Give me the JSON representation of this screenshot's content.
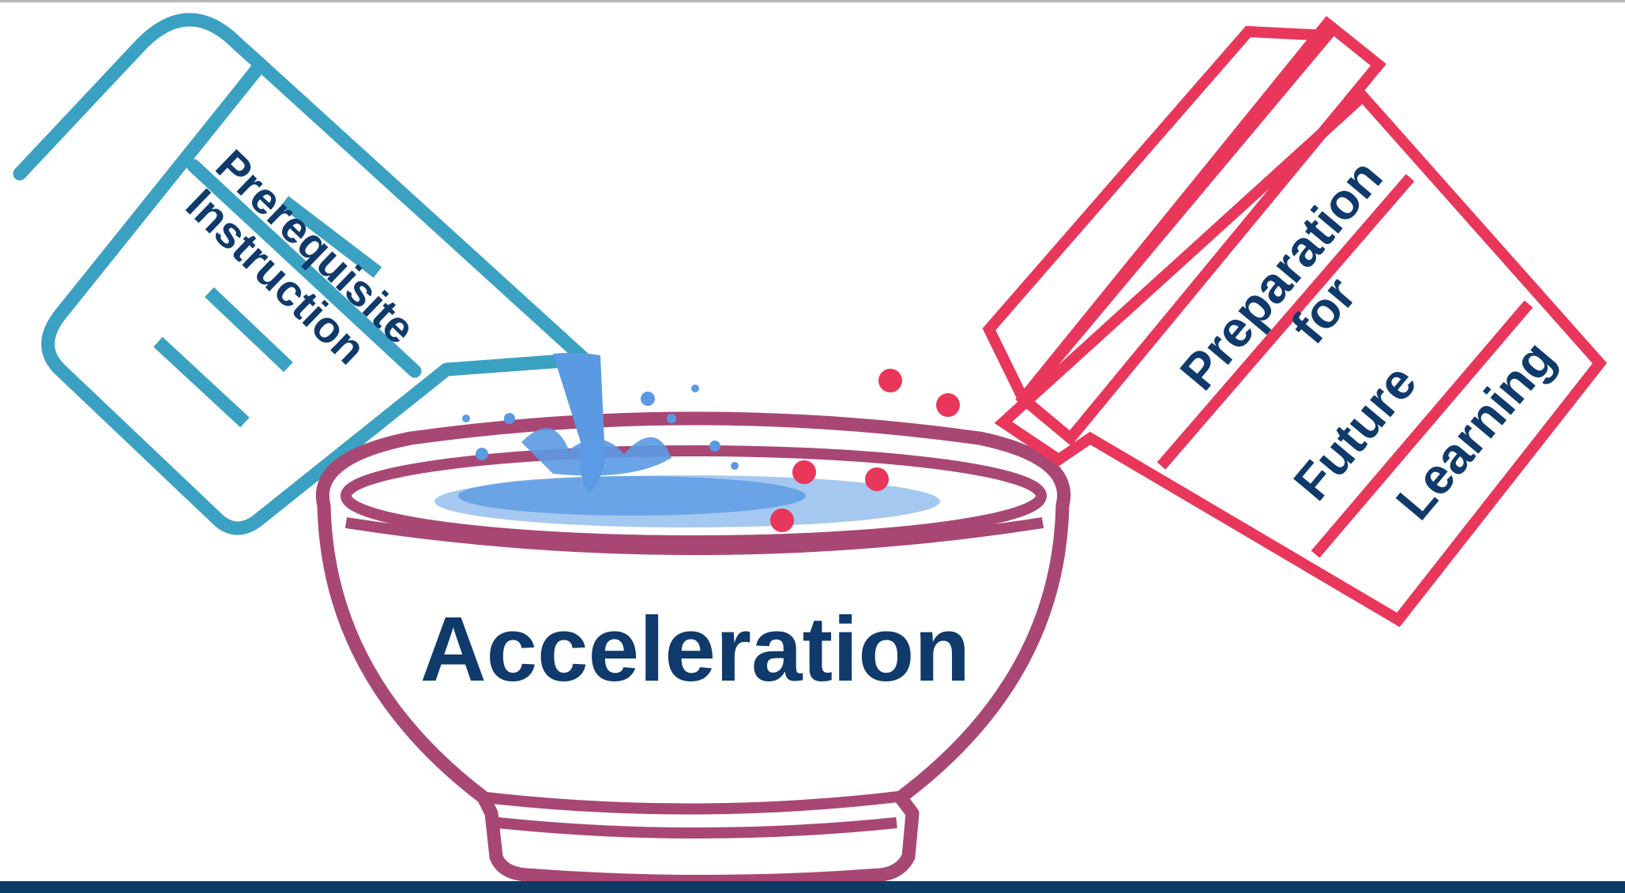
{
  "pitcher": {
    "label_line1": "Prerequisite",
    "label_line2": "Instruction"
  },
  "bowl": {
    "label": "Acceleration"
  },
  "box": {
    "label_line1": "Preparation",
    "label_line2": "for",
    "label_line3": "Future",
    "label_line4": "Learning"
  },
  "colors": {
    "pitcher": "#3ba1c2",
    "bowl": "#a84774",
    "box": "#e8375a",
    "text": "#0f3a6b",
    "liquid": "#5b9ae3",
    "bottom_bar": "#0e3a66"
  }
}
